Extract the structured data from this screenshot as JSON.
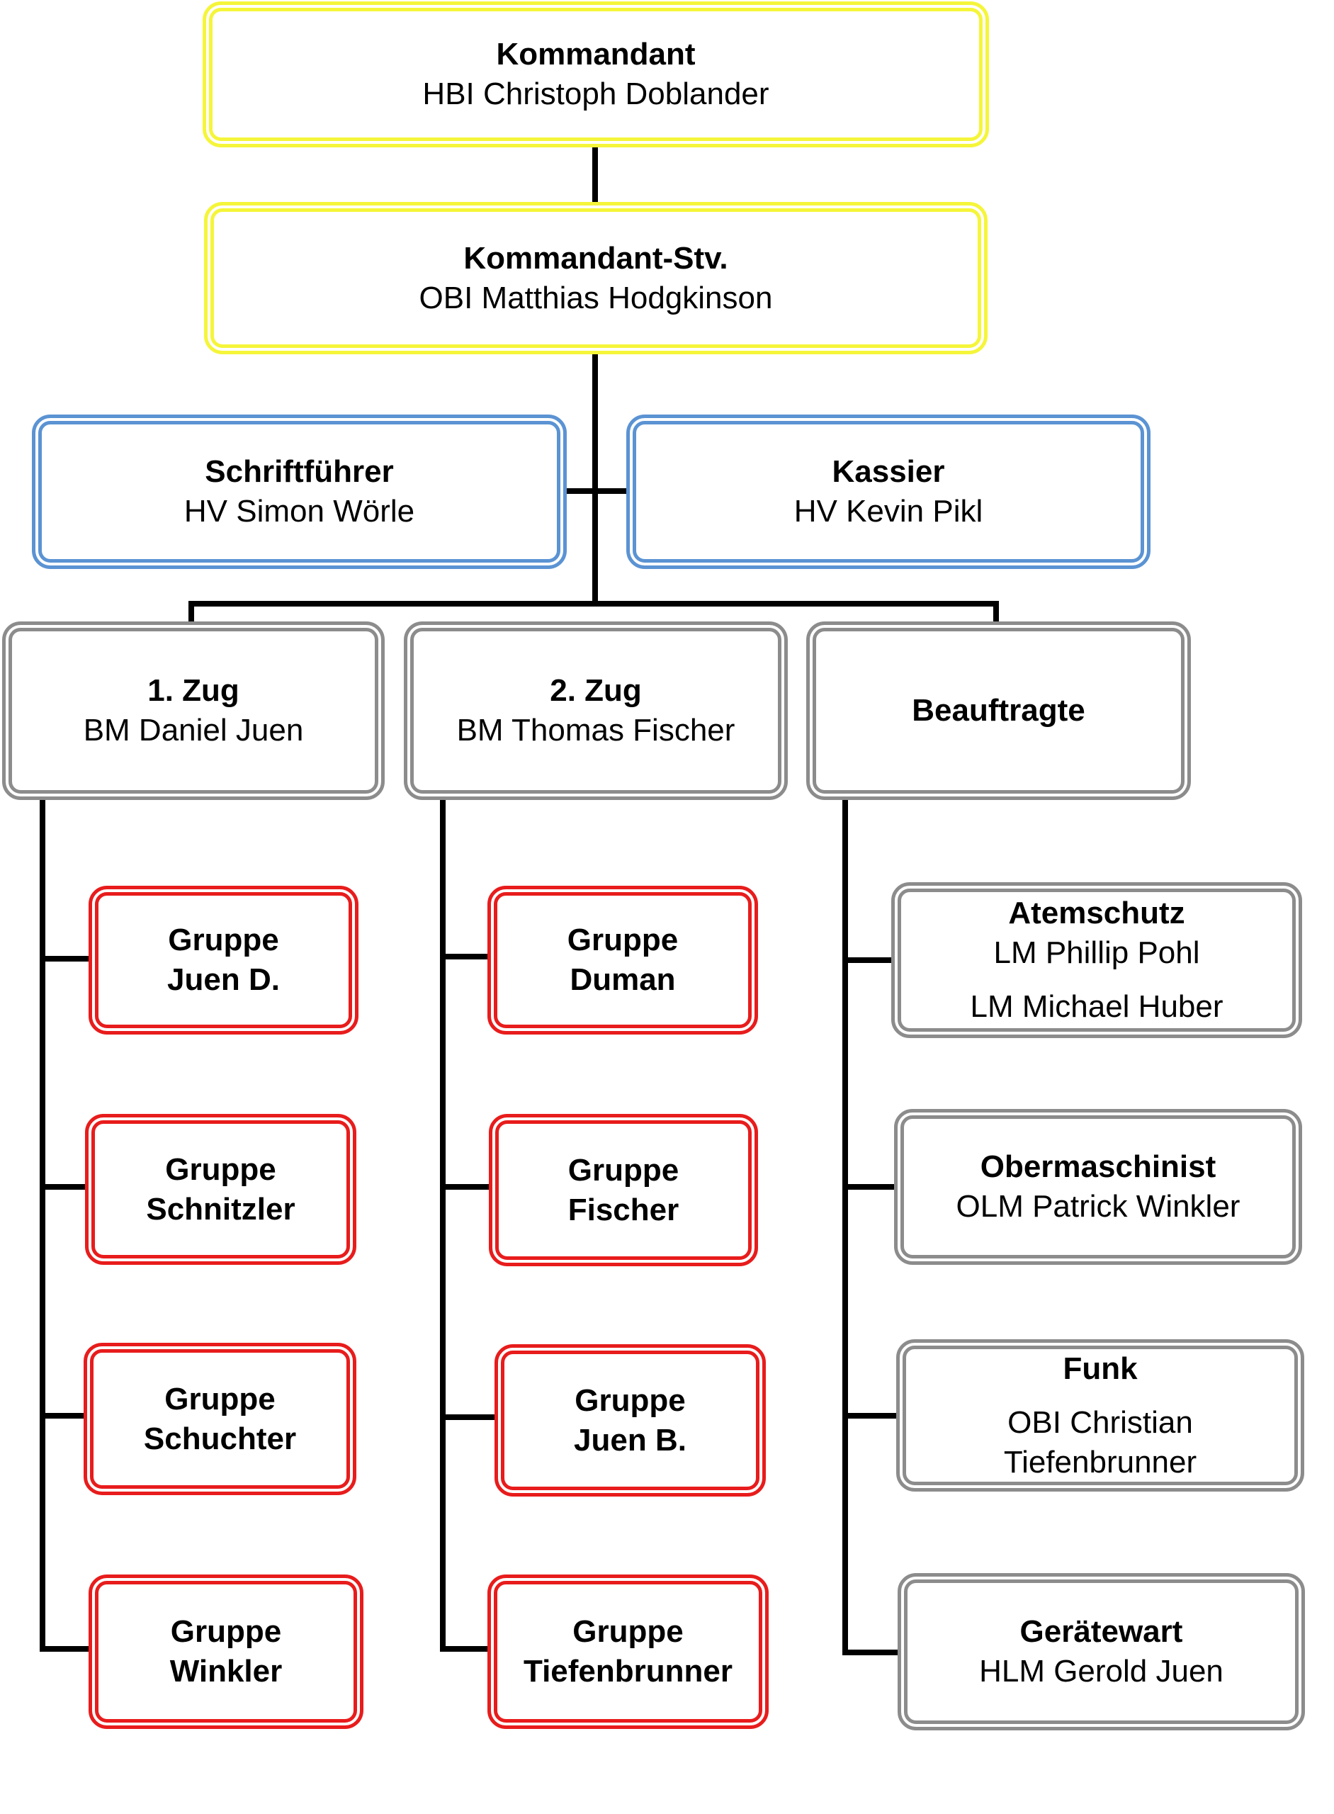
{
  "colors": {
    "leadership_border": "#f5f53a",
    "staff_border": "#5b93d3",
    "unit_border": "#8c8c8c",
    "group_border": "#e81c1c",
    "connector": "#000000"
  },
  "commander": {
    "title": "Kommandant",
    "name": "HBI Christoph Doblander"
  },
  "deputy": {
    "title": "Kommandant-Stv.",
    "name": "OBI Matthias Hodgkinson"
  },
  "secretary": {
    "title": "Schriftführer",
    "name": "HV Simon Wörle"
  },
  "treasurer": {
    "title": "Kassier",
    "name": "HV Kevin Pikl"
  },
  "zug1": {
    "title": "1. Zug",
    "name": "BM Daniel Juen",
    "groups": [
      {
        "line1": "Gruppe",
        "line2": "Juen D."
      },
      {
        "line1": "Gruppe",
        "line2": "Schnitzler"
      },
      {
        "line1": "Gruppe",
        "line2": "Schuchter"
      },
      {
        "line1": "Gruppe",
        "line2": "Winkler"
      }
    ]
  },
  "zug2": {
    "title": "2.  Zug",
    "name": "BM Thomas Fischer",
    "groups": [
      {
        "line1": "Gruppe",
        "line2": "Duman"
      },
      {
        "line1": "Gruppe",
        "line2": "Fischer"
      },
      {
        "line1": "Gruppe",
        "line2": "Juen B."
      },
      {
        "line1": "Gruppe",
        "line2": "Tiefenbrunner"
      }
    ]
  },
  "beauftragte": {
    "title": "Beauftragte",
    "roles": [
      {
        "title": "Atemschutz",
        "name": "LM Phillip Pohl",
        "name2": "LM Michael Huber"
      },
      {
        "title": "Obermaschinist",
        "name": "OLM Patrick Winkler"
      },
      {
        "title": "Funk",
        "name": "OBI Christian",
        "name2": "Tiefenbrunner"
      },
      {
        "title": "Gerätewart",
        "name": "HLM Gerold Juen"
      }
    ]
  }
}
